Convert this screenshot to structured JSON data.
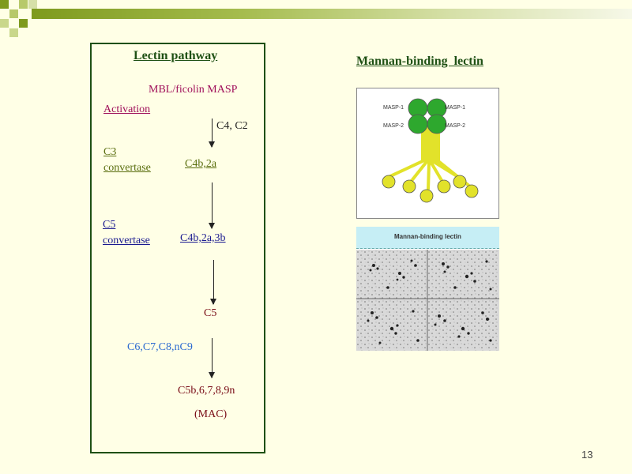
{
  "colors": {
    "background": "#ffffe6",
    "border": "#1e5014",
    "dark_green": "#1e5014",
    "olive": "#5a6e0f",
    "magenta": "#a0105a",
    "navy": "#1a1a90",
    "blue": "#2b6ad0",
    "dark_red": "#780a14",
    "lectin_green": "#2ea82e",
    "lectin_yellow": "#e2e22a",
    "micro_header": "#c6eef5"
  },
  "pathway": {
    "title": "Lectin pathway",
    "initiators": "MBL/ficolin MASP",
    "activation_label": "Activation",
    "step1_inputs": "C4, C2",
    "c3_convertase_label_line1": "C3",
    "c3_convertase_label_line2": "convertase",
    "c3_convertase": "C4b,2a",
    "c5_convertase_label_line1": "C5",
    "c5_convertase_label_line2": "convertase",
    "c5_convertase": "C4b,2a,3b",
    "c5": "C5",
    "late_components": "C6,C7,C8,nC9",
    "mac_complex": "C5b,6,7,8,9n",
    "mac_label": "(MAC)"
  },
  "figure": {
    "title": "Mannan-binding  lectin",
    "masp1_left": "MASP-1",
    "masp1_right": "MASP-1",
    "masp2_left": "MASP-2",
    "masp2_right": "MASP-2",
    "micrograph_header": "Mannan-binding lectin"
  },
  "page_number": "13",
  "icons": {
    "corner_decoration": "green-squares-decoration",
    "arrow": "down-arrow-icon",
    "lectin_diagram": "mbl-structure-illustration",
    "micrograph": "electron-micrograph-image"
  }
}
